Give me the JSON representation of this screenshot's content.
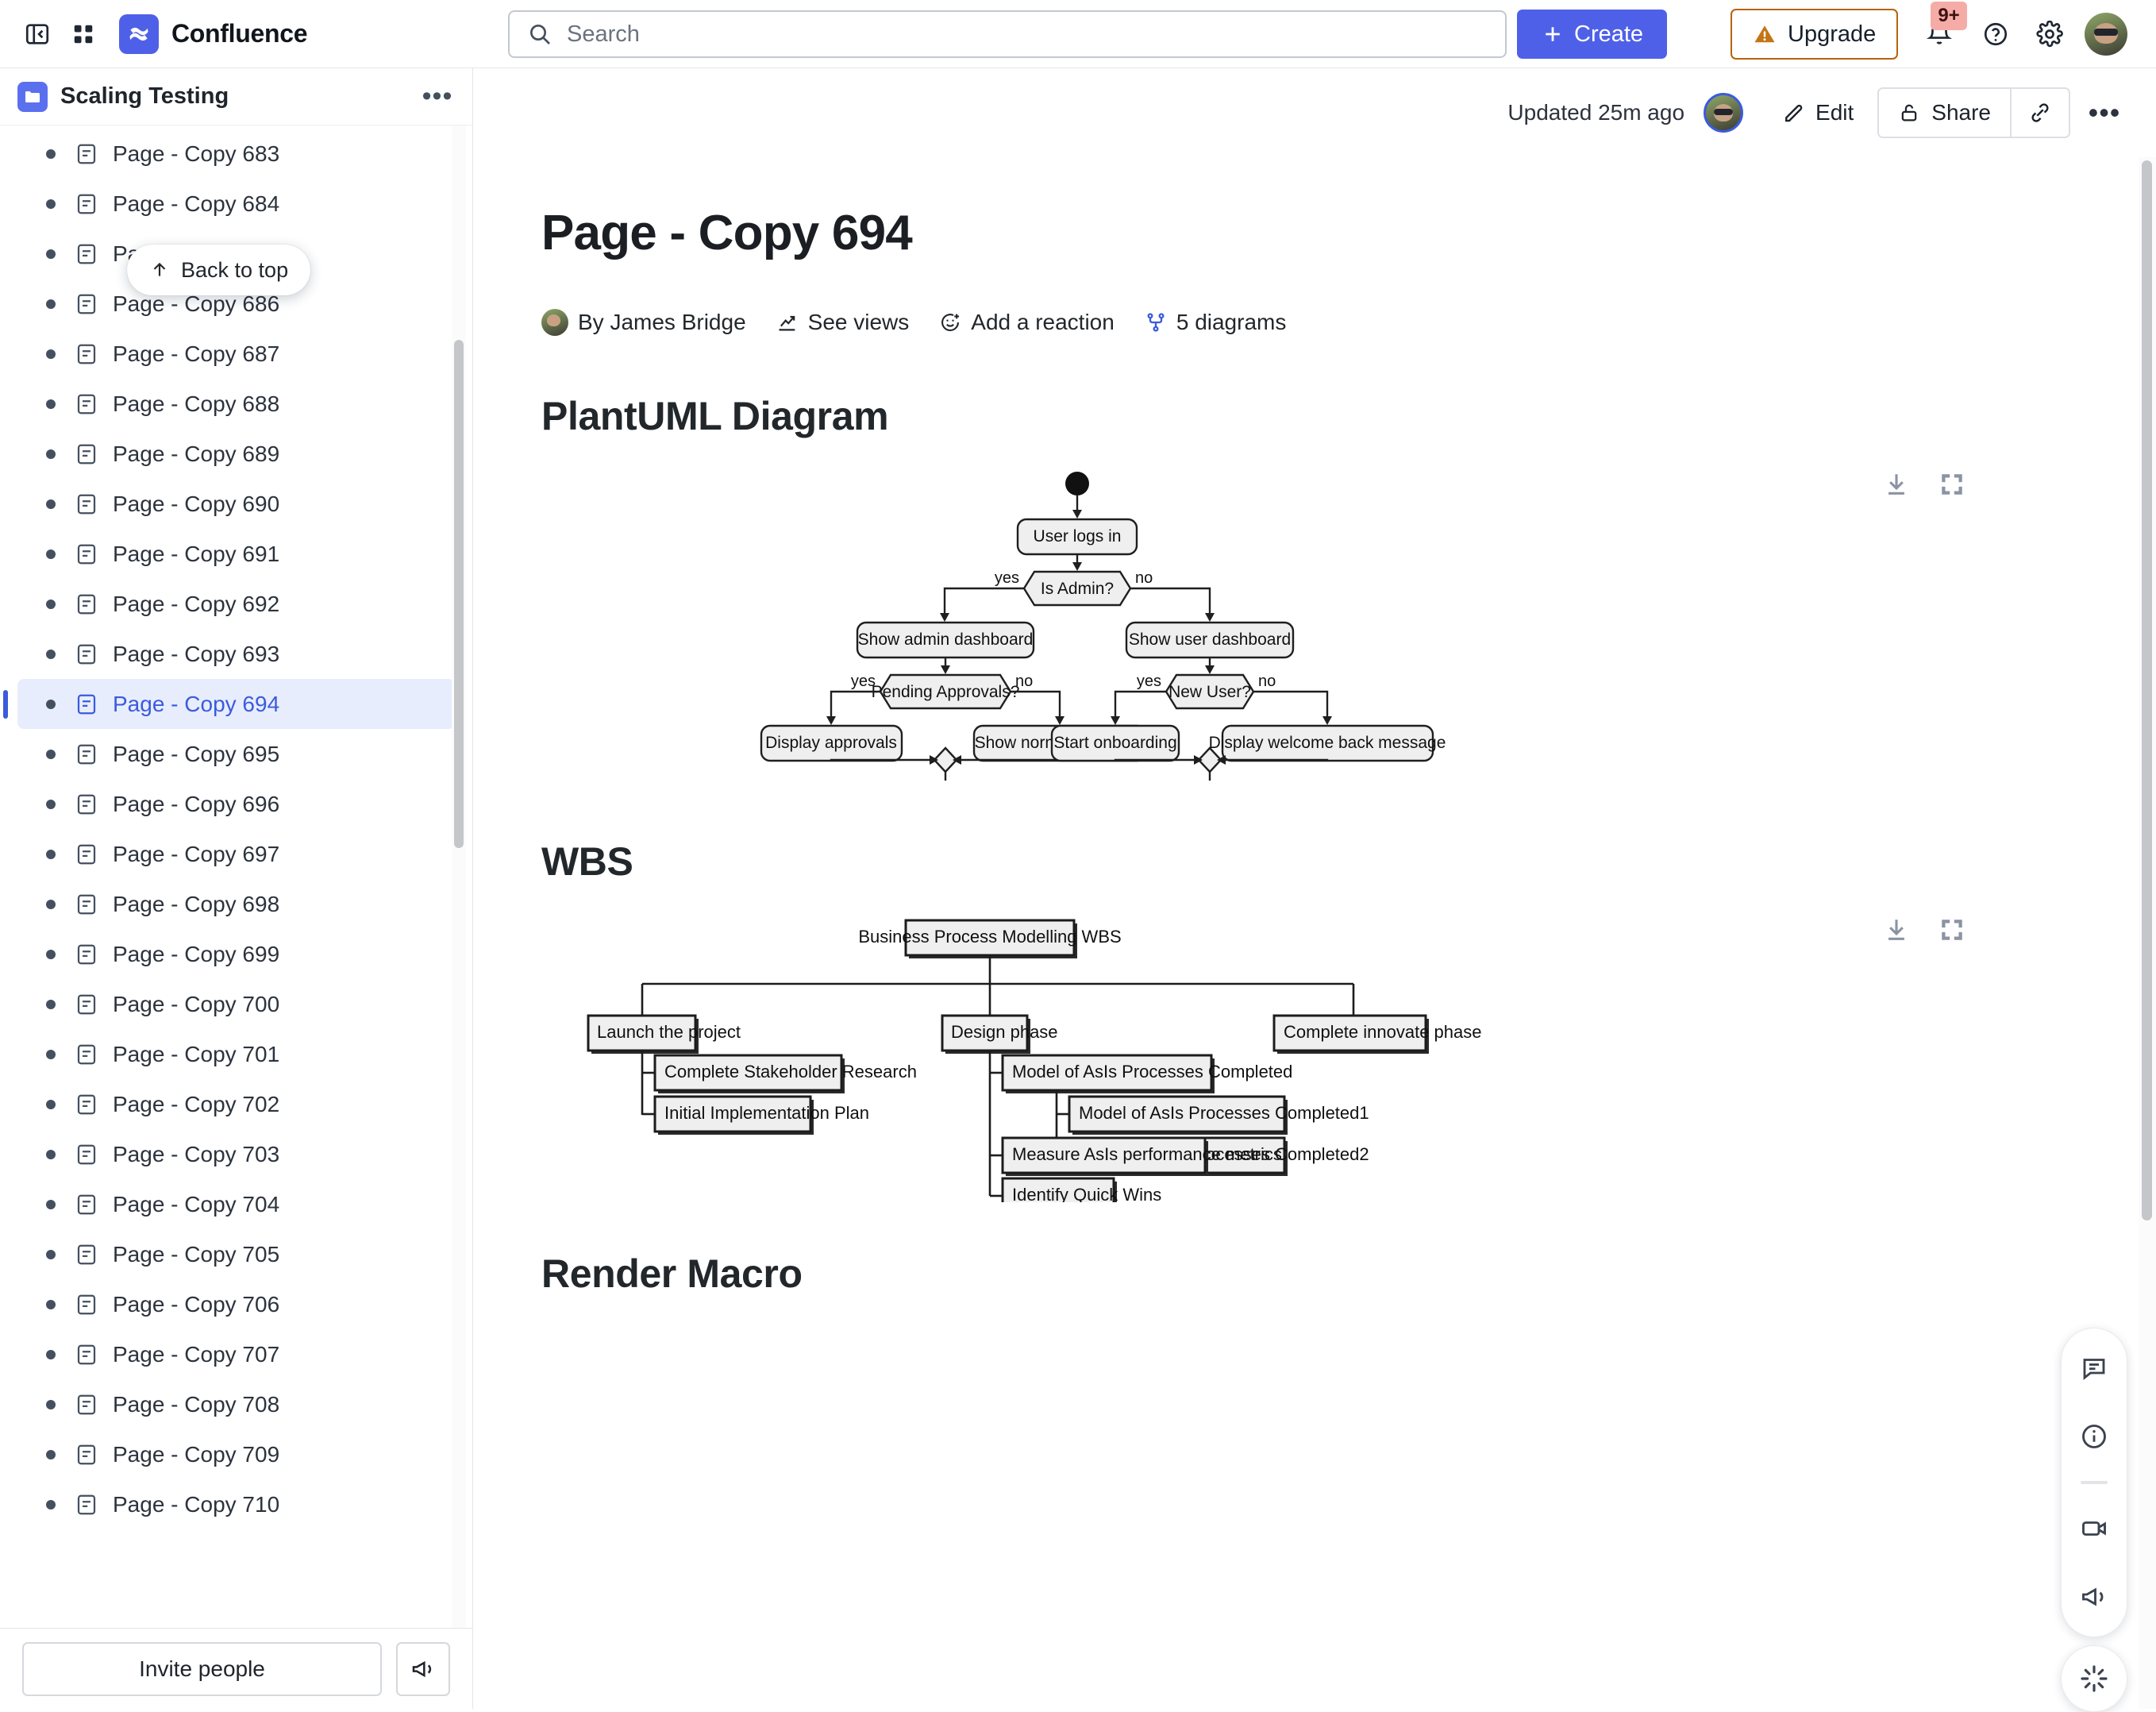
{
  "topnav": {
    "sidebar_toggle_icon": "sidebar-collapse-icon",
    "app_switcher_icon": "app-switcher-grid-icon",
    "logo_icon": "confluence-logo-icon",
    "product_name": "Confluence",
    "search_placeholder": "Search",
    "search_icon": "search-icon",
    "create_label": "Create",
    "create_icon": "plus-icon",
    "upgrade_label": "Upgrade",
    "upgrade_icon": "warning-triangle-icon",
    "notifications_icon": "bell-icon",
    "notifications_badge": "9+",
    "help_icon": "question-circle-icon",
    "settings_icon": "gear-icon",
    "avatar_icon": "user-avatar",
    "accent_color": "#4f60e8",
    "upgrade_border_color": "#b6630c",
    "badge_color": "#f5aca6"
  },
  "sidebar": {
    "space_icon": "folder-icon",
    "space_name": "Scaling Testing",
    "more_label": "•••",
    "back_to_top_label": "Back to top",
    "back_to_top_icon": "arrow-up-icon",
    "page_icon": "page-document-icon",
    "selected_page": "Page - Copy 694",
    "items": [
      {
        "label": "Page - Copy 683"
      },
      {
        "label": "Page - Copy 684"
      },
      {
        "label": "Page - Copy 685"
      },
      {
        "label": "Page - Copy 686"
      },
      {
        "label": "Page - Copy 687"
      },
      {
        "label": "Page - Copy 688"
      },
      {
        "label": "Page - Copy 689"
      },
      {
        "label": "Page - Copy 690"
      },
      {
        "label": "Page - Copy 691"
      },
      {
        "label": "Page - Copy 692"
      },
      {
        "label": "Page - Copy 693"
      },
      {
        "label": "Page - Copy 694"
      },
      {
        "label": "Page - Copy 695"
      },
      {
        "label": "Page - Copy 696"
      },
      {
        "label": "Page - Copy 697"
      },
      {
        "label": "Page - Copy 698"
      },
      {
        "label": "Page - Copy 699"
      },
      {
        "label": "Page - Copy 700"
      },
      {
        "label": "Page - Copy 701"
      },
      {
        "label": "Page - Copy 702"
      },
      {
        "label": "Page - Copy 703"
      },
      {
        "label": "Page - Copy 704"
      },
      {
        "label": "Page - Copy 705"
      },
      {
        "label": "Page - Copy 706"
      },
      {
        "label": "Page - Copy 707"
      },
      {
        "label": "Page - Copy 708"
      },
      {
        "label": "Page - Copy 709"
      },
      {
        "label": "Page - Copy 710"
      }
    ],
    "footer": {
      "invite_label": "Invite people",
      "announce_icon": "megaphone-icon"
    },
    "selected_bg": "#e8edfd",
    "selected_text_color": "#3b5bdb"
  },
  "page_toolbar": {
    "updated_text": "Updated 25m ago",
    "avatar_icon": "user-avatar",
    "edit_label": "Edit",
    "edit_icon": "pencil-edit-icon",
    "share_label": "Share",
    "share_icon": "lock-open-icon",
    "copy_link_icon": "link-paperclip-icon",
    "more_label": "•••"
  },
  "page": {
    "title": "Page - Copy 694",
    "meta": [
      {
        "icon": "author-avatar-icon",
        "label": "By James Bridge"
      },
      {
        "icon": "analytics-chart-icon",
        "label": "See views"
      },
      {
        "icon": "emoji-add-reaction-icon",
        "label": "Add a reaction"
      },
      {
        "icon": "diagram-branch-icon",
        "label": "5 diagrams"
      }
    ],
    "diagram_icon_color": "#3b5bdb",
    "sections": [
      {
        "heading": "PlantUML Diagram"
      },
      {
        "heading": "WBS"
      },
      {
        "heading": "Render Macro"
      }
    ],
    "diagram_actions": {
      "download_icon": "download-icon",
      "fullscreen_icon": "fullscreen-expand-icon"
    }
  },
  "plantuml": {
    "type": "activity-diagram",
    "start_node": "filled-circle-start",
    "end_node": "bullseye-end",
    "activities": [
      "User logs in",
      "Show admin dashboard",
      "Show user dashboard",
      "Display approvals",
      "Show normal summary",
      "Start onboarding",
      "Display welcome back message"
    ],
    "decisions": [
      "Is Admin?",
      "Pending Approvals?",
      "New User?"
    ],
    "edge_labels": {
      "yes": "yes",
      "no": "no"
    },
    "node_fill": "#efefef",
    "node_stroke": "#1f1f1f"
  },
  "wbs": {
    "type": "work-breakdown-structure",
    "root": "Business Process Modelling WBS",
    "nodes": [
      "Launch the project",
      "Complete Stakeholder Research",
      "Initial Implementation Plan",
      "Design phase",
      "Model of AsIs Processes Completed",
      "Model of AsIs Processes Completed1",
      "Model of AsIs Processes Completed2",
      "Measure AsIs performance metrics",
      "Identify Quick Wins",
      "Complete innovate phase"
    ],
    "node_fill": "#efefef",
    "node_stroke": "#1c1c1c"
  },
  "float_toolbar": {
    "items": [
      {
        "icon": "comment-bubble-icon"
      },
      {
        "icon": "info-circle-icon"
      },
      {
        "icon": "video-camera-icon"
      },
      {
        "icon": "megaphone-icon"
      }
    ],
    "ai_icon": "sparkle-ai-icon"
  }
}
